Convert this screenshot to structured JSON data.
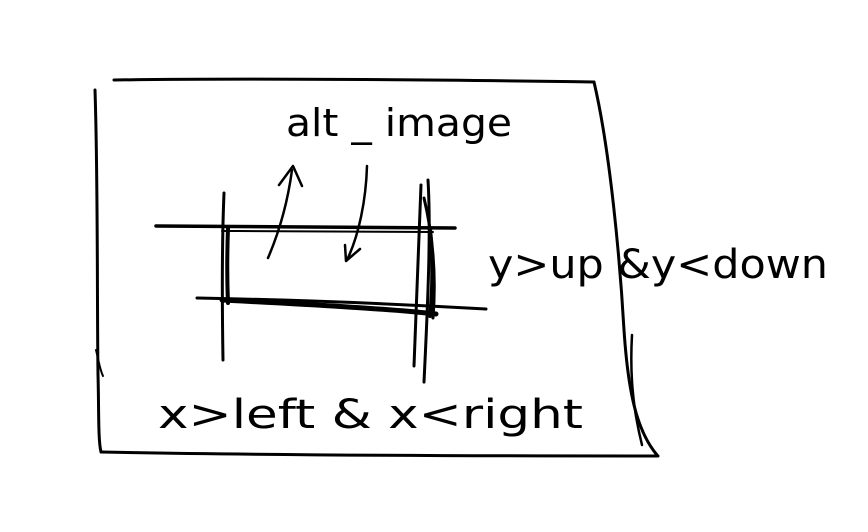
{
  "colors": {
    "background": "#ffffff",
    "ink": "#000000"
  },
  "labels": {
    "alt_image": "alt _ image",
    "y_condition": "y>up &y<down",
    "x_condition": "x>left & x<right"
  }
}
